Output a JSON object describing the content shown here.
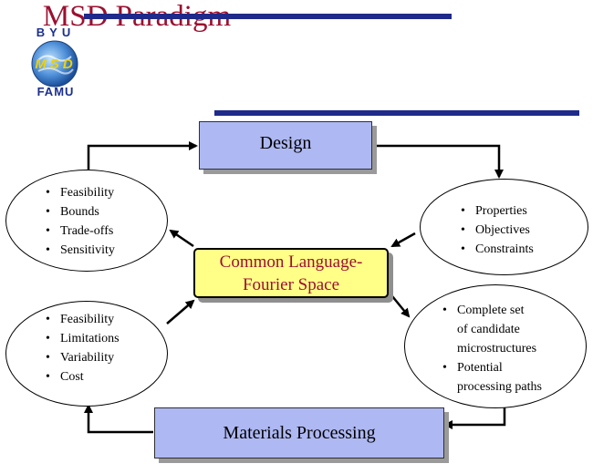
{
  "title": "MSD Paradigm",
  "logo": {
    "top_text": "BYU",
    "middle_text": "MSD",
    "bottom_text": "FAMU"
  },
  "design_box": {
    "label": "Design"
  },
  "processing_box": {
    "label": "Materials Processing"
  },
  "center_box": {
    "line1": "Common Language-",
    "line2": "Fourier Space"
  },
  "ellipses": {
    "top_left": [
      "Feasibility",
      "Bounds",
      "Trade-offs",
      "Sensitivity"
    ],
    "bottom_left": [
      "Feasibility",
      "Limitations",
      "Variability",
      "Cost"
    ],
    "top_right": [
      "Properties",
      "Objectives",
      "Constraints"
    ],
    "bottom_right": [
      {
        "line1": "Complete set",
        "line2": "of candidate",
        "line3": "microstructures"
      },
      {
        "line1": "Potential",
        "line2": "processing paths"
      }
    ]
  },
  "colors": {
    "title": "#9b1030",
    "bar": "#1f2a8a",
    "box_fill": "#aeb8f2",
    "center_fill": "#ffff88"
  }
}
